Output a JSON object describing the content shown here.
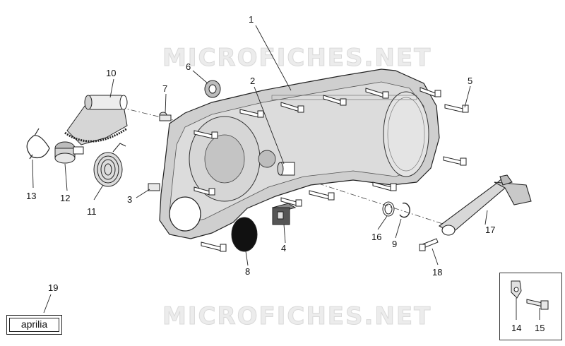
{
  "watermark": "MICROFICHES.NET",
  "logo_text": "aprilia",
  "callouts": [
    "1",
    "2",
    "3",
    "4",
    "5",
    "6",
    "7",
    "8",
    "9",
    "10",
    "11",
    "12",
    "13",
    "14",
    "15",
    "16",
    "17",
    "18",
    "19"
  ],
  "colors": {
    "line": "#222222",
    "cover_fill": "#cfcfcf",
    "cover_light": "#e6e6e6",
    "disc": "#111111"
  }
}
